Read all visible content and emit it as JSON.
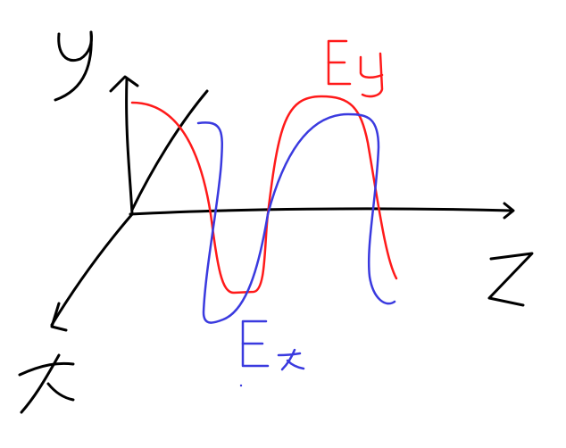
{
  "labels": {
    "y_axis": "y",
    "z_axis": "Z",
    "x_axis": "x",
    "ey": "Ey",
    "ex": "Ex"
  },
  "colors": {
    "background": "#ffffff",
    "axes": "#000000",
    "ey_wave": "#ff1a1a",
    "ex_wave": "#3a3adf"
  }
}
